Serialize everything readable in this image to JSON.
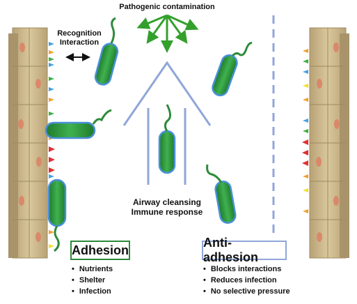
{
  "labels": {
    "contamination": "Pathogenic contamination",
    "recognition_line1": "Recognition",
    "recognition_line2": "Interaction",
    "cleansing_line1": "Airway cleansing",
    "cleansing_line2": "Immune response"
  },
  "adhesion": {
    "title": "Adhesion",
    "items": [
      "Nutrients",
      "Shelter",
      "Infection"
    ]
  },
  "anti_adhesion": {
    "title": "Anti-adhesion",
    "items": [
      "Blocks interactions",
      "Reduces infection",
      "No selective pressure"
    ]
  },
  "colors": {
    "bacteria_fill": "#2e9a3e",
    "bacteria_outline": "#4a90d9",
    "flagella": "#2e8b3a",
    "arrow_green": "#33a02c",
    "epithelium": "#c9b58a",
    "nucleus": "#d9896a",
    "divider": "#8fa6d8",
    "adhesion_border": "#2c8a3a",
    "anti_border": "#8fa6d8"
  },
  "icons": [
    "green-burst-arrows",
    "double-headed-arrow",
    "chevron-up-lines"
  ]
}
